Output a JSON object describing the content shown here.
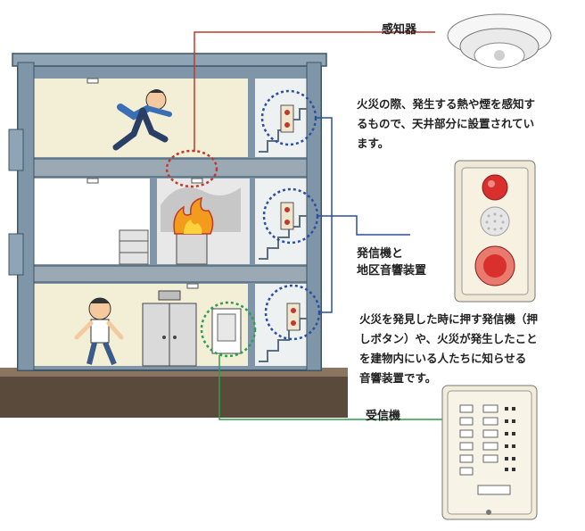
{
  "labels": {
    "detector": "感知器",
    "transmitter_line1": "発信機と",
    "transmitter_line2": "地区音響装置",
    "receiver": "受信機"
  },
  "descriptions": {
    "detector": [
      "火災の際、発生する熱や煙を感知す",
      "るもので、天井部分に設置されてい",
      "ます。"
    ],
    "transmitter": [
      "火災を発見した時に押す発信機（押",
      "しボタン）や、火災が発生したこと",
      "を建物内にいる人たちに知らせる",
      "音響装置です。"
    ]
  },
  "colors": {
    "building": "#7f96a8",
    "building_dark": "#4f6678",
    "wall_light": "#f3efd7",
    "floor_band": "#9aa9b4",
    "ground": "#5a4a3c",
    "red_line": "#c0392b",
    "blue_line": "#2c4fa0",
    "green_line": "#2e9e4f"
  },
  "icons": [
    "smoke-detector-icon",
    "alarm-panel-icon",
    "receiver-panel-icon",
    "fire-icon",
    "running-person-icon",
    "surprised-person-icon"
  ]
}
